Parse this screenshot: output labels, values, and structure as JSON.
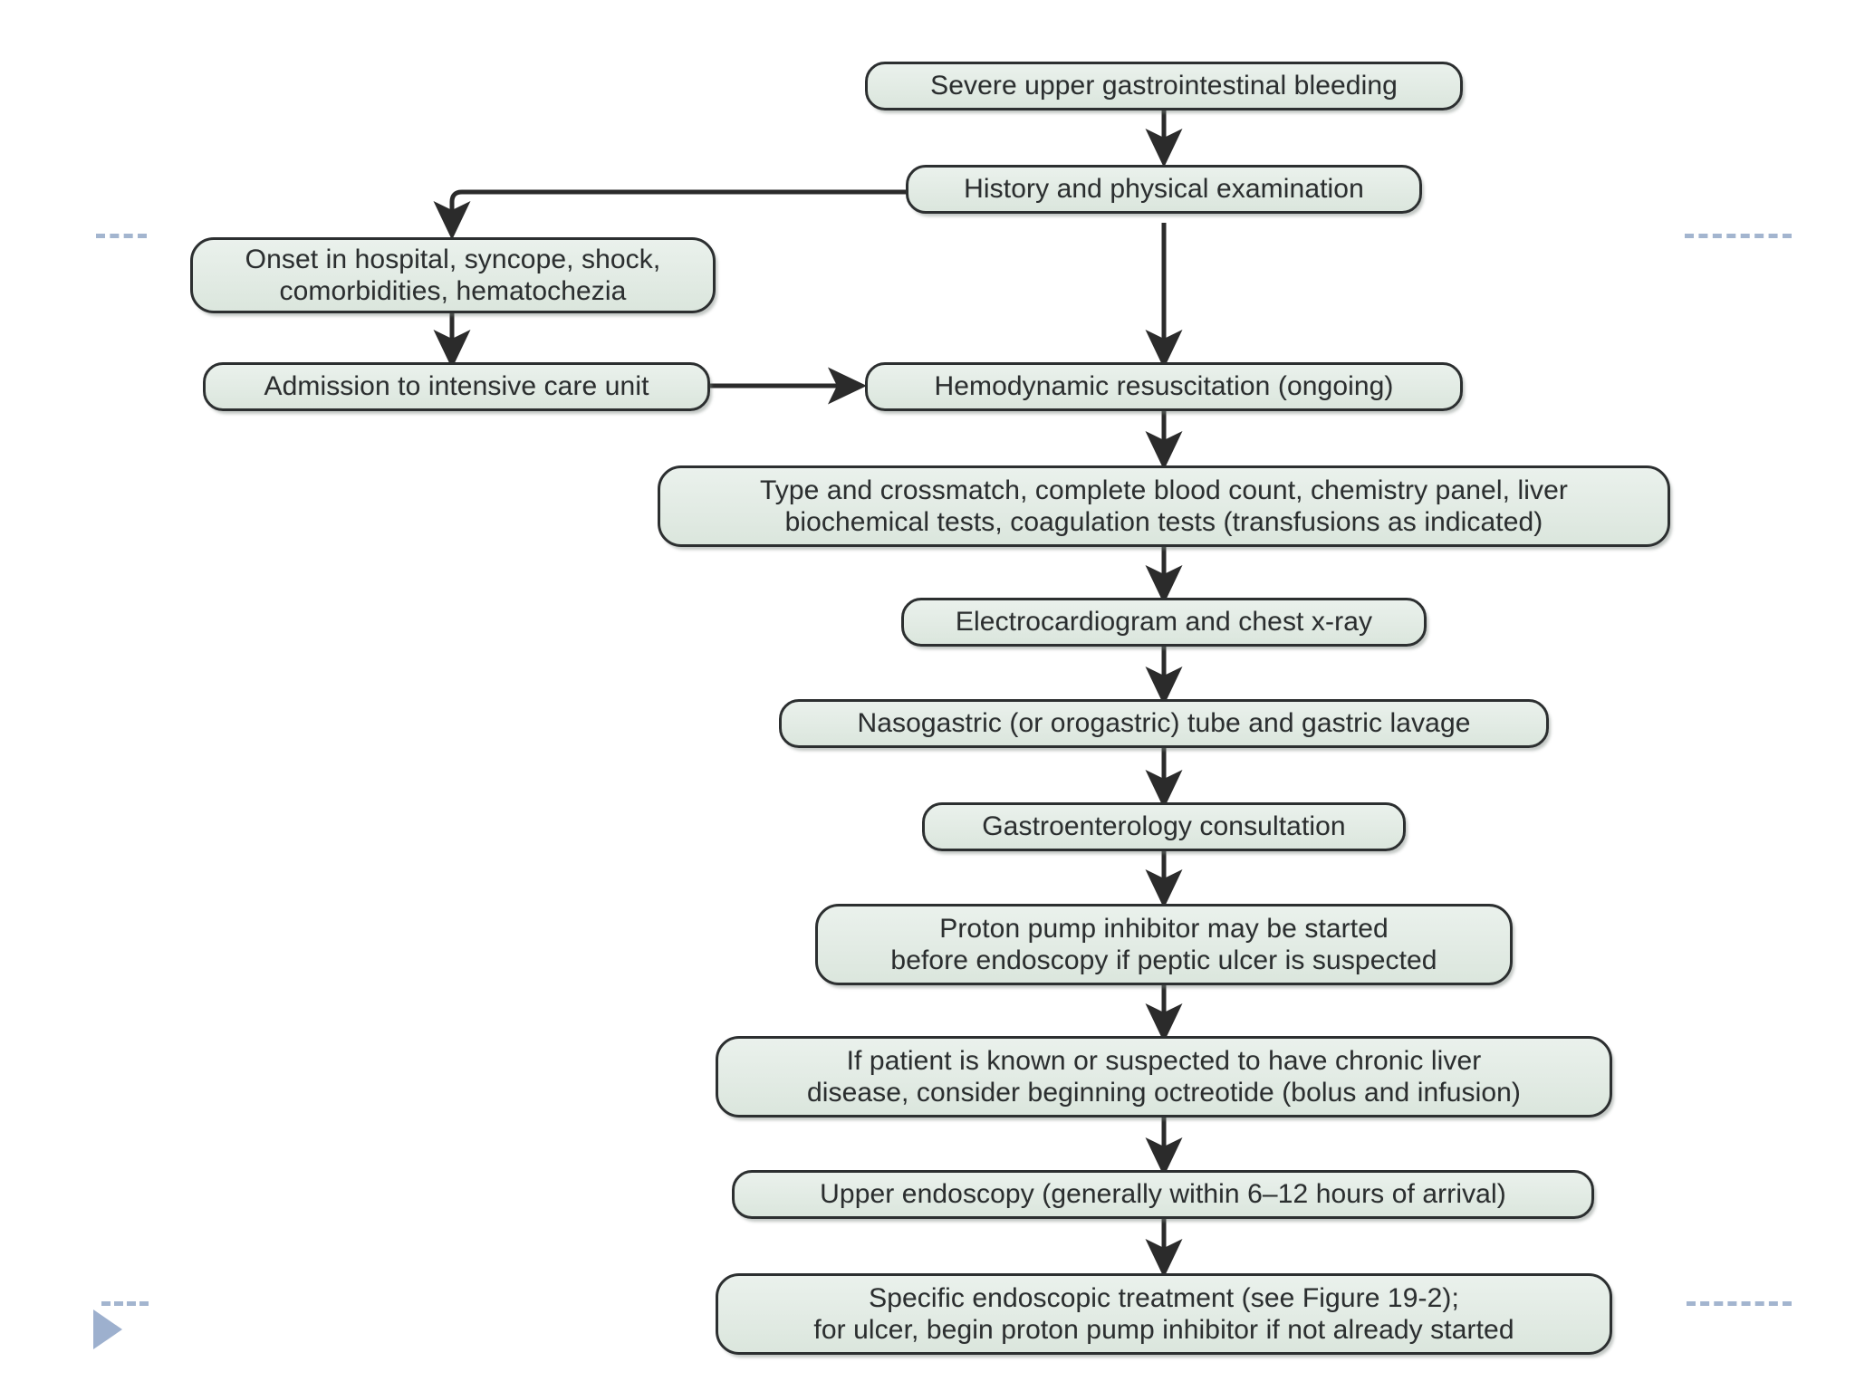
{
  "figure": {
    "type": "flowchart",
    "subject": "Severe upper gastrointestinal bleeding management algorithm",
    "orientation": "top-to-bottom with one left side-branch",
    "node_fill": "#e3ecE5",
    "node_border": "#2c2f30",
    "connector_color": "#2b2b2b",
    "decoration_color": "#9fb2cd",
    "background": "#ffffff"
  },
  "nodes": {
    "n1": {
      "label": "Severe upper gastrointestinal bleeding"
    },
    "n2": {
      "label": "History and physical examination"
    },
    "n3": {
      "label": "Onset in hospital, syncope, shock,\ncomorbidities, hematochezia"
    },
    "n4": {
      "label": "Admission to intensive care unit"
    },
    "n5": {
      "label": "Hemodynamic resuscitation (ongoing)"
    },
    "n6": {
      "label": "Type and crossmatch, complete blood count, chemistry panel, liver\nbiochemical tests, coagulation tests (transfusions as indicated)"
    },
    "n7": {
      "label": "Electrocardiogram and chest x-ray"
    },
    "n8": {
      "label": "Nasogastric (or orogastric) tube and gastric lavage"
    },
    "n9": {
      "label": "Gastroenterology consultation"
    },
    "n10": {
      "label": "Proton pump inhibitor may be started\nbefore endoscopy if peptic ulcer is suspected"
    },
    "n11": {
      "label": "If patient is known or suspected to have chronic liver\ndisease, consider beginning octreotide (bolus and infusion)"
    },
    "n12": {
      "label": "Upper endoscopy (generally within 6–12 hours of arrival)"
    },
    "n13": {
      "label": "Specific endoscopic treatment (see Figure 19-2);\nfor ulcer, begin proton pump inhibitor if not already started"
    }
  },
  "edges": [
    {
      "from": "n1",
      "to": "n2",
      "style": "vertical-arrow"
    },
    {
      "from": "n2",
      "to": "n3",
      "style": "elbow-left-then-down-arrow"
    },
    {
      "from": "n3",
      "to": "n4",
      "style": "vertical-arrow"
    },
    {
      "from": "n4",
      "to": "n5",
      "style": "horizontal-right-arrow"
    },
    {
      "from": "n2",
      "to": "n5",
      "style": "vertical-arrow"
    },
    {
      "from": "n5",
      "to": "n6",
      "style": "vertical-arrow"
    },
    {
      "from": "n6",
      "to": "n7",
      "style": "vertical-arrow"
    },
    {
      "from": "n7",
      "to": "n8",
      "style": "vertical-arrow"
    },
    {
      "from": "n8",
      "to": "n9",
      "style": "vertical-arrow"
    },
    {
      "from": "n9",
      "to": "n10",
      "style": "vertical-arrow"
    },
    {
      "from": "n10",
      "to": "n11",
      "style": "vertical-arrow"
    },
    {
      "from": "n11",
      "to": "n12",
      "style": "vertical-arrow"
    },
    {
      "from": "n12",
      "to": "n13",
      "style": "vertical-arrow"
    }
  ],
  "decorations": {
    "dashed_rule_left_top": "dashed-line",
    "dashed_rule_right_top": "dashed-line",
    "dashed_rule_left_bottom": "dashed-line",
    "dashed_rule_right_bottom": "dashed-line",
    "bullet_marker": "play-triangle"
  }
}
